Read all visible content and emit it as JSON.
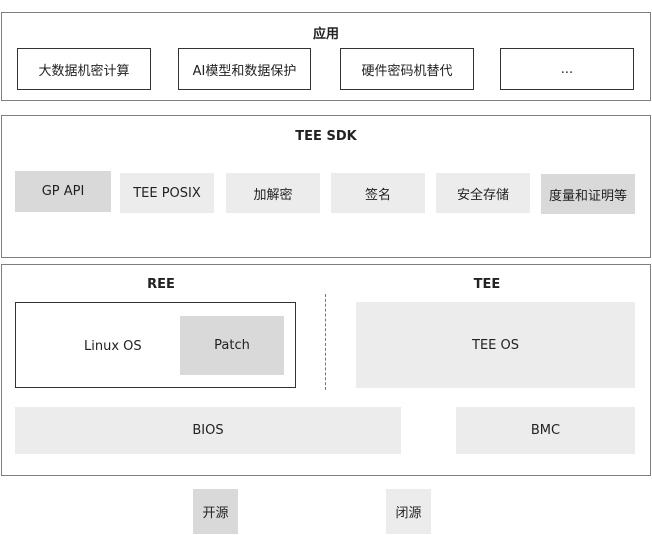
{
  "app_layer": {
    "title": "应用",
    "items": [
      "大数据机密计算",
      "AI模型和数据保护",
      "硬件密码机替代",
      "..."
    ]
  },
  "sdk_layer": {
    "title": "TEE SDK",
    "items": [
      "GP API",
      "TEE POSIX",
      "加解密",
      "签名",
      "安全存储",
      "度量和证明等"
    ]
  },
  "platform_layer": {
    "ree_title": "REE",
    "tee_title": "TEE",
    "linux_os": "Linux OS",
    "patch": "Patch",
    "tee_os": "TEE OS",
    "bios": "BIOS",
    "bmc": "BMC"
  },
  "legend": {
    "open_source": "开源",
    "closed_source": "闭源"
  },
  "colors": {
    "open_source": "#d9d9d9",
    "closed_source": "#ececec",
    "border": "#7f7f7f"
  }
}
